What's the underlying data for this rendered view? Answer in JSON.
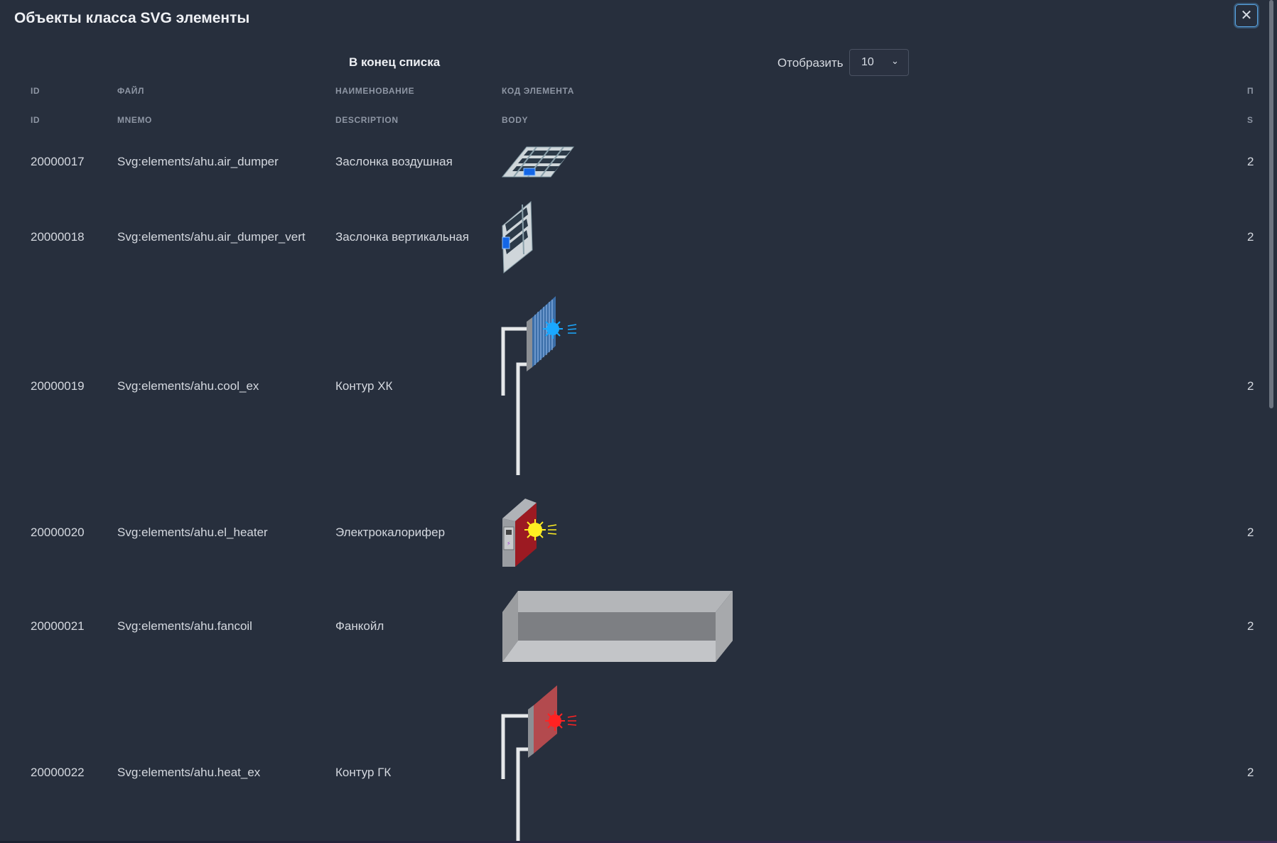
{
  "modal": {
    "title": "Объекты класса SVG элементы",
    "close_icon": "close-icon"
  },
  "toolbar": {
    "to_end_label": "В конец списка",
    "show_label": "Отобразить",
    "page_size_value": "10"
  },
  "table": {
    "headers_row1": [
      "ID",
      "ФАЙЛ",
      "НАИМЕНОВАНИЕ",
      "КОД ЭЛЕМЕНТА",
      "П"
    ],
    "headers_row2": [
      "ID",
      "MNEMO",
      "DESCRIPTION",
      "BODY",
      "S"
    ],
    "rows": [
      {
        "id": "20000017",
        "mnemo": "Svg:elements/ahu.air_dumper",
        "description": "Заслонка воздушная",
        "body_icon": "air-damper-icon",
        "last": "2"
      },
      {
        "id": "20000018",
        "mnemo": "Svg:elements/ahu.air_dumper_vert",
        "description": "Заслонка вертикальная",
        "body_icon": "vertical-damper-icon",
        "last": "2"
      },
      {
        "id": "20000019",
        "mnemo": "Svg:elements/ahu.cool_ex",
        "description": "Контур ХК",
        "body_icon": "cooling-coil-icon",
        "last": "2"
      },
      {
        "id": "20000020",
        "mnemo": "Svg:elements/ahu.el_heater",
        "description": "Электрокалорифер",
        "body_icon": "electric-heater-icon",
        "last": "2"
      },
      {
        "id": "20000021",
        "mnemo": "Svg:elements/ahu.fancoil",
        "description": "Фанкойл",
        "body_icon": "fancoil-icon",
        "last": "2"
      },
      {
        "id": "20000022",
        "mnemo": "Svg:elements/ahu.heat_ex",
        "description": "Контур ГК",
        "body_icon": "heating-coil-icon",
        "last": "2"
      }
    ]
  },
  "colors": {
    "background": "#272f3d",
    "accent": "#5aa7e6",
    "cool": "#1aa8ff",
    "heat": "#ff2222",
    "electric": "#ffee22"
  }
}
